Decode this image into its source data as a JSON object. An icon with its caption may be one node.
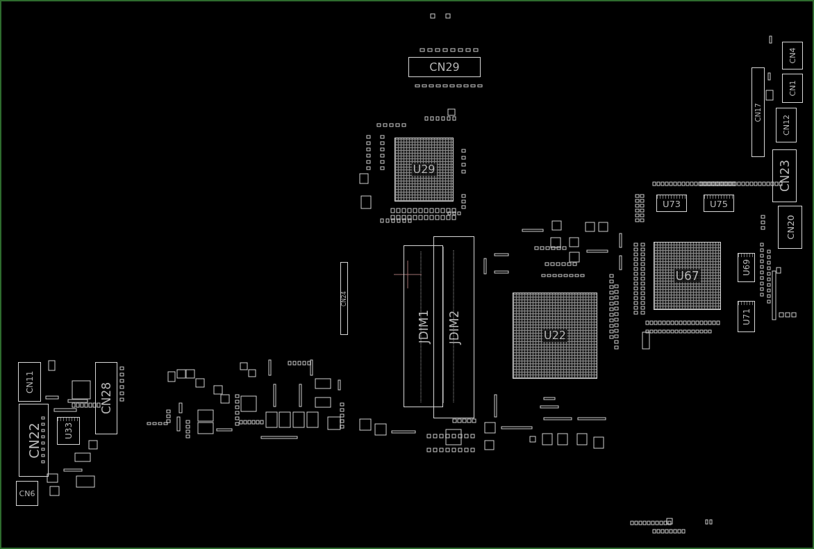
{
  "diagram": {
    "nodes": [
      {
        "text": [
          "CN29"
        ]
      },
      {
        "text": [
          "U29"
        ]
      },
      {
        "text": [
          "CN4"
        ]
      },
      {
        "text": [
          "CN1"
        ]
      },
      {
        "text": [
          "CN17"
        ]
      },
      {
        "text": [
          "CN12"
        ]
      },
      {
        "text": [
          "CN23"
        ]
      },
      {
        "text": [
          "CN20"
        ]
      },
      {
        "text": [
          "U73"
        ]
      },
      {
        "text": [
          "U75"
        ]
      },
      {
        "text": [
          "U67"
        ]
      },
      {
        "text": [
          "U69"
        ]
      },
      {
        "text": [
          "U71"
        ]
      },
      {
        "text": [
          "CN24"
        ]
      },
      {
        "text": [
          "JDIM1"
        ]
      },
      {
        "text": [
          "JDIM2"
        ]
      },
      {
        "text": [
          "U22"
        ]
      },
      {
        "text": [
          "CN11"
        ]
      },
      {
        "text": [
          "CN28"
        ]
      },
      {
        "text": [
          "CN22"
        ]
      },
      {
        "text": [
          "U33"
        ]
      },
      {
        "text": [
          "CN6"
        ]
      }
    ]
  }
}
